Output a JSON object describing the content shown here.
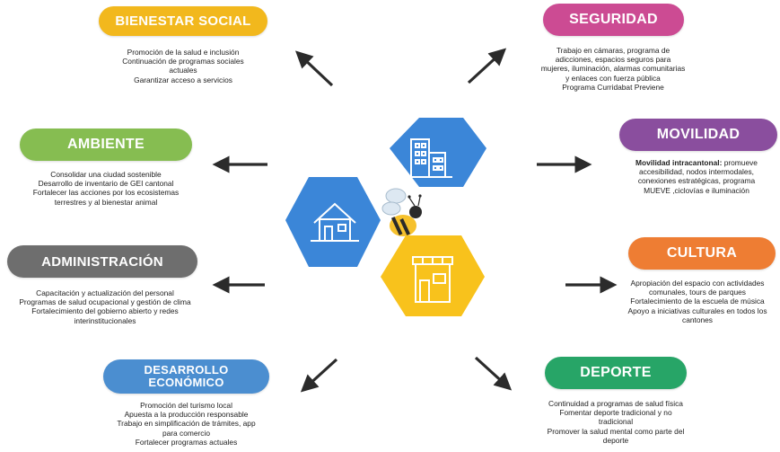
{
  "colors": {
    "bienestar": "#f2b81d",
    "seguridad": "#cc4b93",
    "ambiente": "#86bd51",
    "movilidad": "#8a4e9e",
    "administracion": "#6e6e6e",
    "cultura": "#ee7d33",
    "desarrollo": "#4b8ed0",
    "deporte": "#27a567",
    "hex_blue": "#3b86d8",
    "hex_yellow": "#f8c21c",
    "arrow": "#2b2b2b"
  },
  "icons": {
    "hex_top": "building-icon",
    "hex_left": "house-icon",
    "hex_bottom": "store-icon",
    "center": "bee-icon"
  },
  "sections": {
    "bienestar": {
      "title": "BIENESTAR SOCIAL",
      "lines": [
        "Promoción de la salud e inclusión",
        "Continuación de programas sociales",
        "actuales",
        "Garantizar acceso a servicios"
      ]
    },
    "seguridad": {
      "title": "SEGURIDAD",
      "lines": [
        "Trabajo en cámaras, programa de",
        "adicciones, espacios seguros para",
        "mujeres, iluminación, alarmas comunitarias",
        "y enlaces con fuerza pública",
        "Programa Curridabat Previene"
      ]
    },
    "ambiente": {
      "title": "AMBIENTE",
      "lines": [
        "Consolidar una ciudad sostenible",
        "Desarrollo de inventario de GEI cantonal",
        "Fortalecer las acciones por los ecosistemas",
        "terrestres y al bienestar animal"
      ]
    },
    "movilidad": {
      "title": "MOVILIDAD",
      "lead": "Movilidad intracantonal:",
      "lines": [
        " promueve",
        "accesibilidad, nodos intermodales,",
        "conexiones estratégicas, programa",
        "MUEVE ,ciclovías e iluminación"
      ]
    },
    "administracion": {
      "title": "ADMINISTRACIÓN",
      "lines": [
        "Capacitación y actualización del personal",
        "Programas de salud ocupacional y gestión de clima",
        "Fortalecimiento del gobierno abierto y redes",
        "interinstitucionales"
      ]
    },
    "cultura": {
      "title": "CULTURA",
      "lines": [
        "Apropiación del espacio con actividades",
        "comunales, tours de parques",
        "Fortalecimiento de la escuela de música",
        "Apoyo a iniciativas culturales en todos los",
        "cantones"
      ]
    },
    "desarrollo": {
      "title1": "DESARROLLO",
      "title2": "ECONÓMICO",
      "lines": [
        "Promoción del turismo local",
        "Apuesta a la producción responsable",
        "Trabajo en simplificación de trámites, app",
        "para comercio",
        "Fortalecer programas actuales"
      ]
    },
    "deporte": {
      "title": "DEPORTE",
      "lines": [
        "Continuidad a programas de salud física",
        "Fomentar deporte tradicional y no",
        "tradicional",
        "Promover la salud mental como parte del",
        "deporte"
      ]
    }
  }
}
